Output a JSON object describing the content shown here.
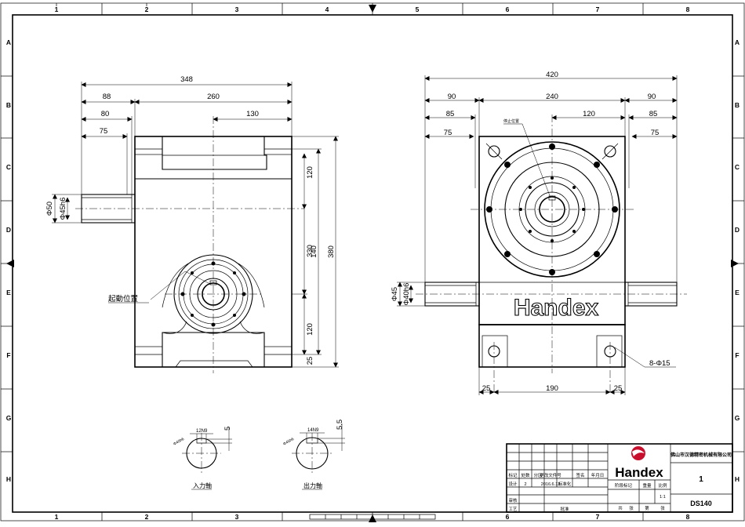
{
  "grid": {
    "columns": [
      "1",
      "2",
      "3",
      "4",
      "5",
      "6",
      "7",
      "8"
    ],
    "rows": [
      "A",
      "B",
      "C",
      "D",
      "E",
      "F",
      "G",
      "H"
    ]
  },
  "front_view": {
    "dims": {
      "overall_width": "348",
      "body_width": "260",
      "half_width": "130",
      "offset_88": "88",
      "offset_80": "80",
      "offset_75": "75",
      "height_120_top": "120",
      "height_330": "330",
      "height_140": "140",
      "height_380": "380",
      "height_120_bottom": "120",
      "height_25": "25",
      "shaft_dia": "Φ50",
      "shaft_fit": "Φ45h6"
    },
    "label_start_position": "起動位置"
  },
  "side_view": {
    "brand": "Handex",
    "dims": {
      "overall_width": "420",
      "left_90": "90",
      "center_240": "240",
      "right_90": "90",
      "left_85": "85",
      "right_85": "85",
      "left_75": "75",
      "right_75": "75",
      "half_120": "120",
      "bottom_25_left": "25",
      "bottom_190": "190",
      "bottom_25_right": "25",
      "holes": "8-Φ15",
      "shaft_dia": "Φ45",
      "shaft_fit": "Φ40h6"
    },
    "label_small": "停止位置"
  },
  "keyways": {
    "input": {
      "label": "入力軸",
      "key": "12N9",
      "depth": "5",
      "dia": "Φ40h6"
    },
    "output": {
      "label": "出力軸",
      "key": "14N9",
      "depth": "5.5",
      "dia": "Φ45h6"
    }
  },
  "title_block": {
    "company": "佛山市汉德精密机械有限公司",
    "brand": "Handex",
    "sheet": "1",
    "model": "DS140",
    "scale": "1:1",
    "row_labels": [
      "标记",
      "处数",
      "分区",
      "更改文件号",
      "签名",
      "年月日"
    ],
    "row2": [
      "设计",
      "2",
      "2016.6.13",
      "标准化"
    ],
    "cells": [
      "阶段标记",
      "重量",
      "比例"
    ],
    "bottom_left": [
      "审核",
      "工艺"
    ],
    "bottom_mid": [
      "批准"
    ],
    "bottom_right": [
      "共",
      "张",
      "第",
      "张"
    ]
  },
  "colors": {
    "ink": "#000000",
    "paper": "#ffffff"
  }
}
